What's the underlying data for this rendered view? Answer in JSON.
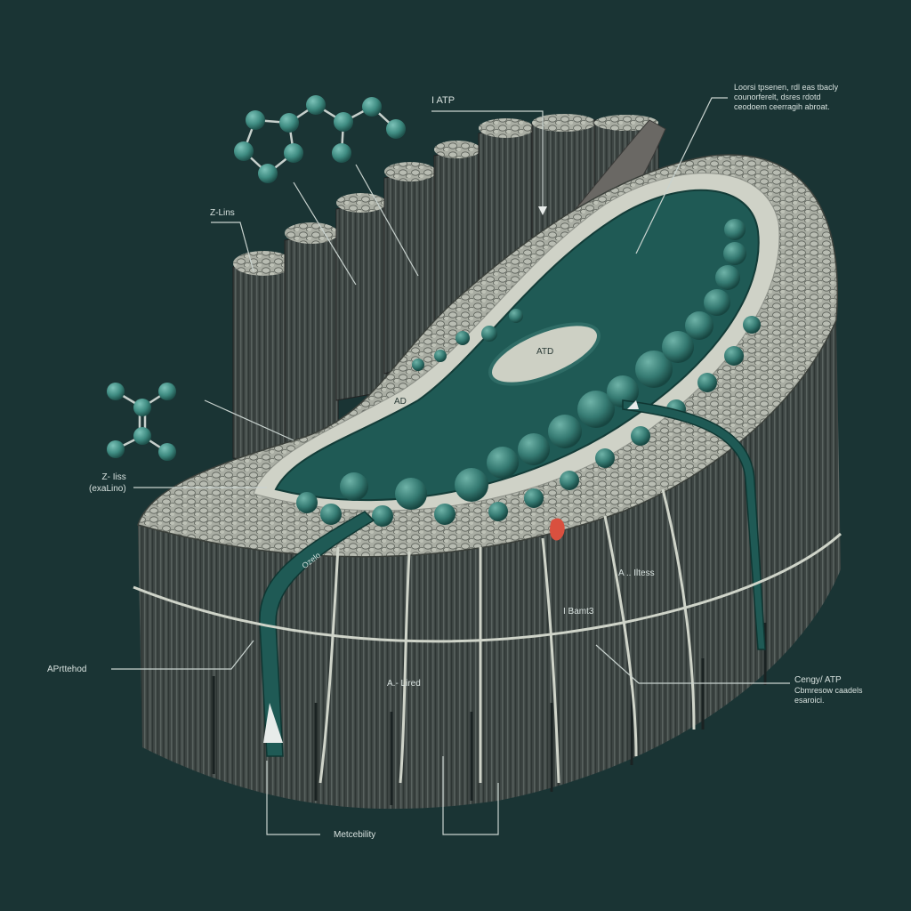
{
  "diagram": {
    "title": "Muscle fiber cross-section with ATP energy pathway",
    "colors": {
      "background": "#1a3434",
      "fiber_dark": "#3d4543",
      "fiber_stripe": "#59625f",
      "cell_surface": "#a9ada3",
      "membrane_ring": "#cfd2c7",
      "core_teal": "#1f5a55",
      "organelle_teal": "#4f9a91",
      "molecule_teal": "#4a9a8e",
      "label_text": "#d8e2df",
      "leader_line": "#c9d3cf",
      "accent_red": "#d9503f"
    },
    "labels": {
      "top_atp": "I ATP",
      "top_right_note": [
        "Loorsi tpsenen, rdl eas tbacly",
        "counorferelt, dsres rdotd",
        "ceodoem ceerragih abroat."
      ],
      "z_lines_top": "Z-Lins",
      "z_lines_left": [
        "Z- Iiss",
        "(exaLino)"
      ],
      "left_bottom": "APrttehod",
      "right_bottom": [
        "Cengy/ ATP",
        "Cbmresow caadels",
        "esaroici."
      ],
      "a_lines": "A .. Iltess",
      "i_bands": "I  Bamt3",
      "a_lines_lower": "A.- Lired",
      "bottom": "Metcebility",
      "inner_atp_center": "ATD",
      "inner_atp_left": "AD",
      "band_text": "Ozelo"
    },
    "molecules": [
      {
        "name": "ring-molecule",
        "atoms": 9
      },
      {
        "name": "ethylene-molecule",
        "atoms": 6
      }
    ]
  }
}
